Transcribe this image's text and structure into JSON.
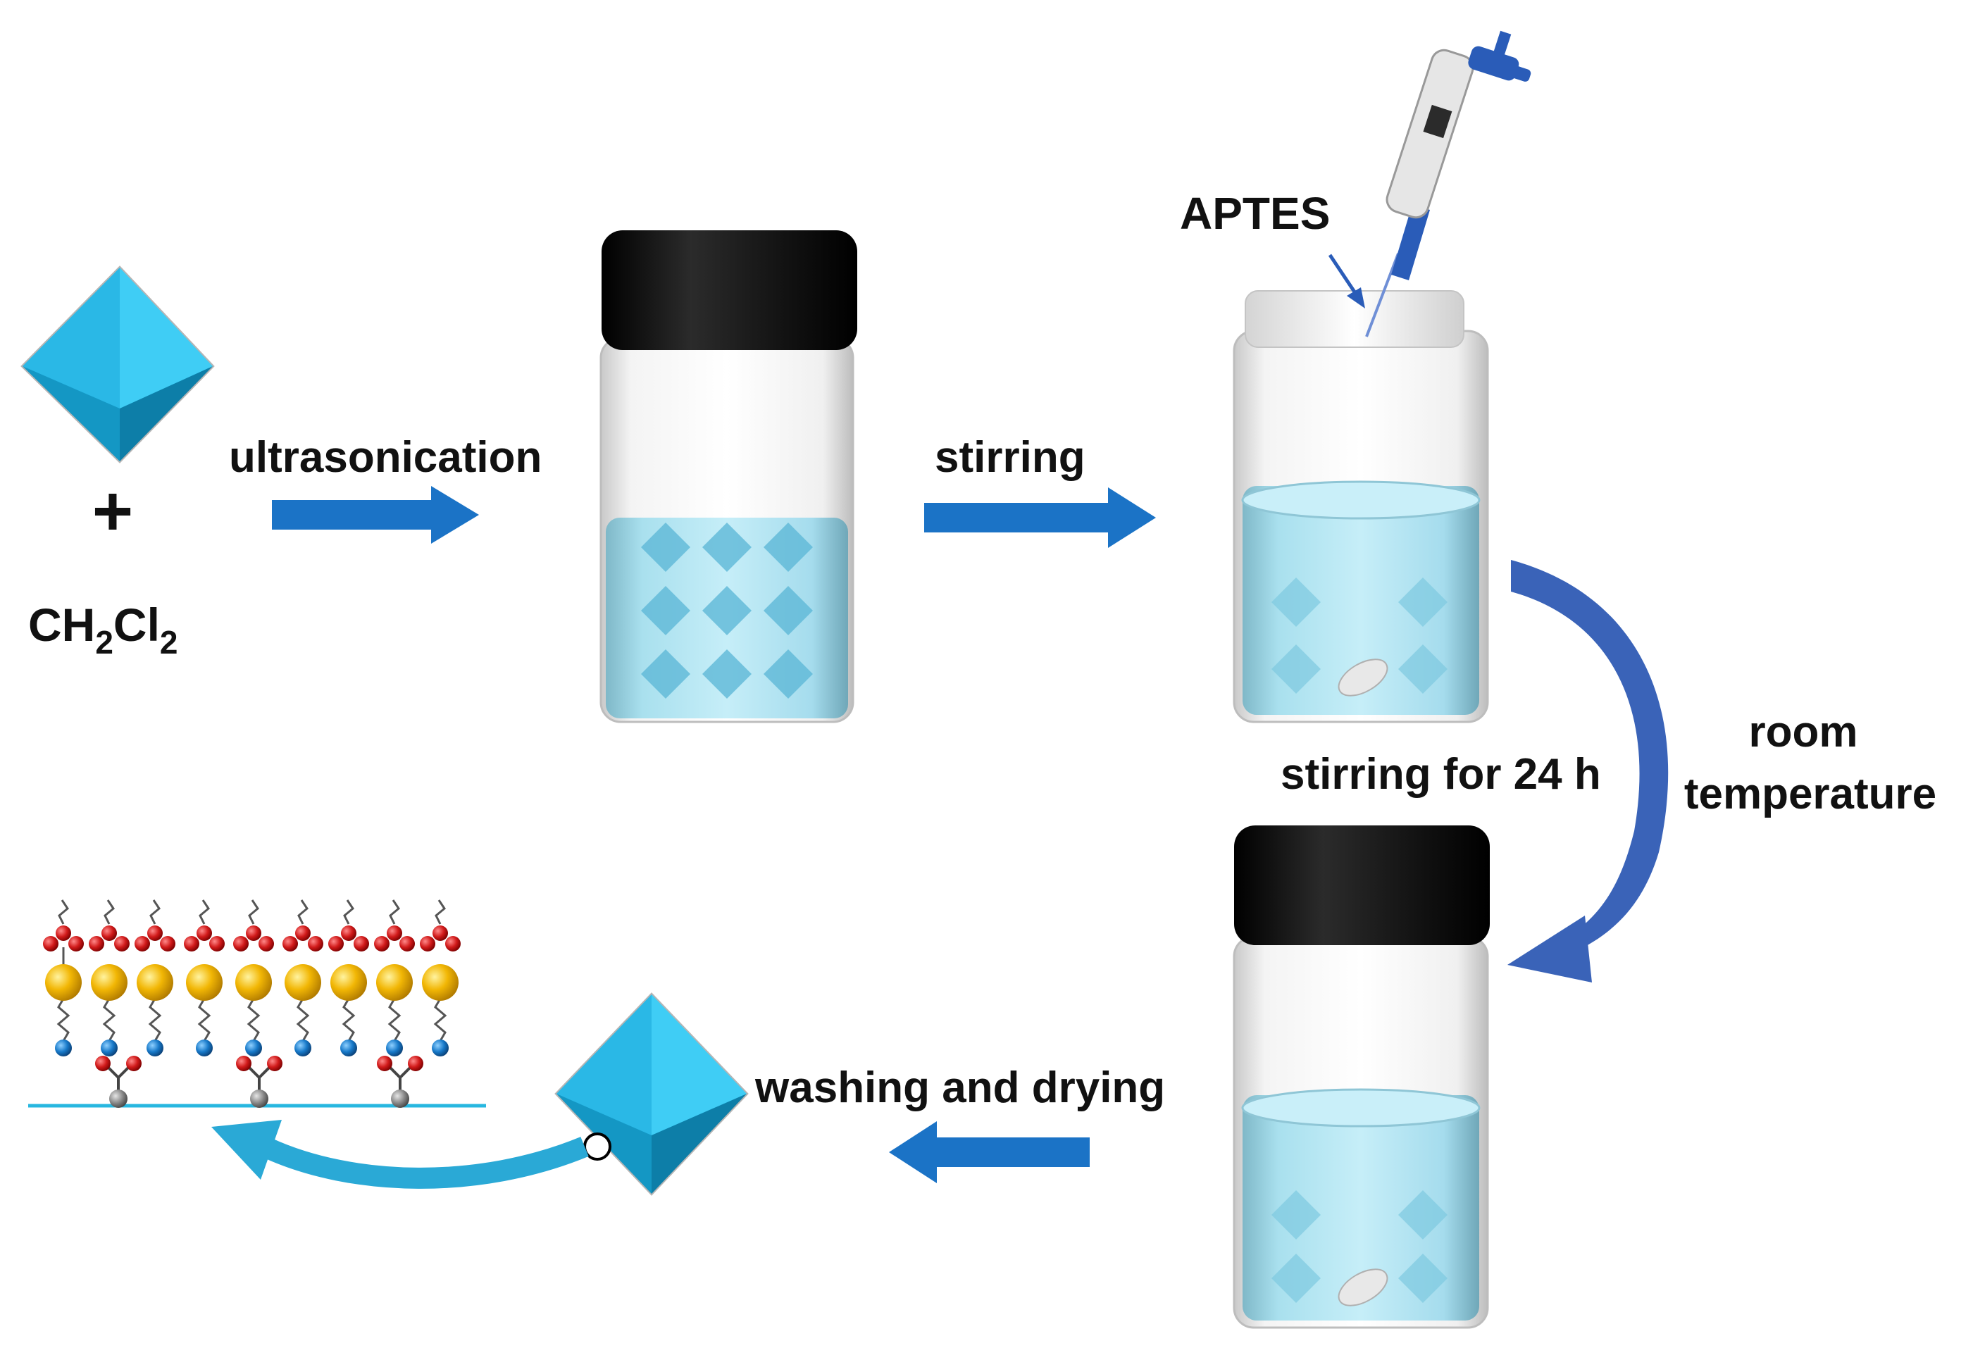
{
  "labels": {
    "plus": "+",
    "formula": {
      "c": "CH",
      "sub1": "2",
      "cl": "Cl",
      "sub2": "2"
    },
    "step1": "ultrasonication",
    "step2": "stirring",
    "reagent": "APTES",
    "step3": "stirring for 24 h",
    "condition_line1": "room",
    "condition_line2": "temperature",
    "step4": "washing and drying"
  },
  "colors": {
    "arrow": "#1b73c6",
    "curved_arrow": "#3a63b8",
    "octahedron_light": "#29c3f0",
    "octahedron_dark": "#0f8db8",
    "liquid": "#8fd3e6",
    "cap_black": "#151515",
    "gold_atom": "#f2b705",
    "red_atom": "#d11a1a",
    "blue_atom": "#1779c9",
    "gray_atom": "#8a8a8a",
    "surface_line": "#27b7e0",
    "return_arrow": "#2aa9d6"
  }
}
